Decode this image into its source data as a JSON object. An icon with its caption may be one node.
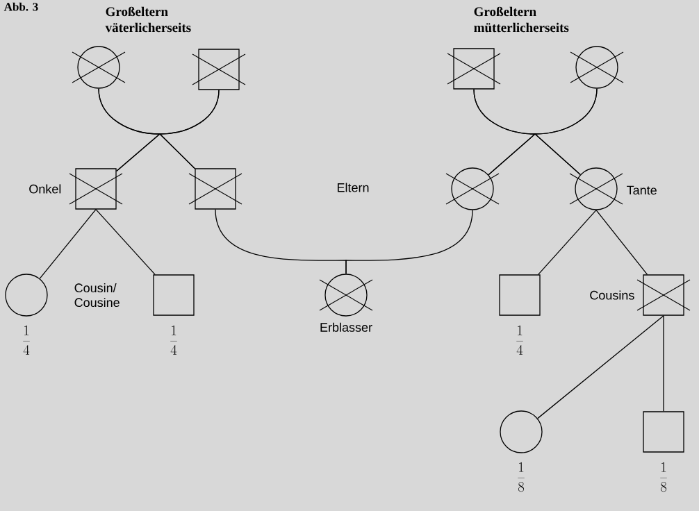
{
  "diagram": {
    "title": "Abb. 3",
    "nodes": [
      {
        "text": [],
        "shape": "crossed-circle"
      },
      {
        "text": [],
        "shape": "crossed-box"
      },
      {
        "text": [],
        "shape": "crossed-box"
      },
      {
        "text": [],
        "shape": "crossed-circle"
      },
      {
        "text": [],
        "shape": "crossed-box",
        "beside": [
          "Onkel"
        ]
      },
      {
        "text": [],
        "shape": "crossed-box"
      },
      {
        "text": [],
        "shape": "crossed-circle"
      },
      {
        "text": [],
        "shape": "crossed-circle",
        "beside": [
          "Tante"
        ]
      },
      {
        "text": [],
        "shape": "circle",
        "beside": [
          "\\frac{1}{4}"
        ]
      },
      {
        "text": [],
        "shape": "box",
        "beside": [
          "\\frac{1}{4}"
        ]
      },
      {
        "text": [],
        "shape": "crossed-circle",
        "beside": [
          "Erblasser"
        ]
      },
      {
        "text": [],
        "shape": "box",
        "beside": [
          "\\frac{1}{4}"
        ]
      },
      {
        "text": [],
        "shape": "crossed-box",
        "beside": [
          "Cousins"
        ]
      },
      {
        "text": [],
        "shape": "circle",
        "beside": [
          "\\frac{1}{8}"
        ]
      },
      {
        "text": [],
        "shape": "box",
        "beside": [
          "\\frac{1}{8}"
        ]
      }
    ],
    "edges": [
      {
        "from": 0,
        "to": 4,
        "arrow": "none"
      },
      {
        "from": 1,
        "to": 4,
        "arrow": "none"
      },
      {
        "from": 0,
        "to": 5,
        "arrow": "none"
      },
      {
        "from": 1,
        "to": 5,
        "arrow": "none"
      },
      {
        "from": 2,
        "to": 6,
        "arrow": "none"
      },
      {
        "from": 3,
        "to": 6,
        "arrow": "none"
      },
      {
        "from": 2,
        "to": 7,
        "arrow": "none"
      },
      {
        "from": 3,
        "to": 7,
        "arrow": "none"
      },
      {
        "from": 5,
        "to": 10,
        "arrow": "none"
      },
      {
        "from": 6,
        "to": 10,
        "arrow": "none"
      },
      {
        "from": 4,
        "to": 8,
        "arrow": "none"
      },
      {
        "from": 4,
        "to": 9,
        "arrow": "none"
      },
      {
        "from": 7,
        "to": 11,
        "arrow": "none"
      },
      {
        "from": 7,
        "to": 12,
        "arrow": "none"
      },
      {
        "from": 12,
        "to": 13,
        "arrow": "none"
      },
      {
        "from": 12,
        "to": 14,
        "arrow": "none"
      }
    ],
    "labels": [
      "Großeltern väterlicherseits",
      "Großeltern mütterlicherseits",
      "Eltern",
      "Cousin/ Cousine"
    ]
  }
}
